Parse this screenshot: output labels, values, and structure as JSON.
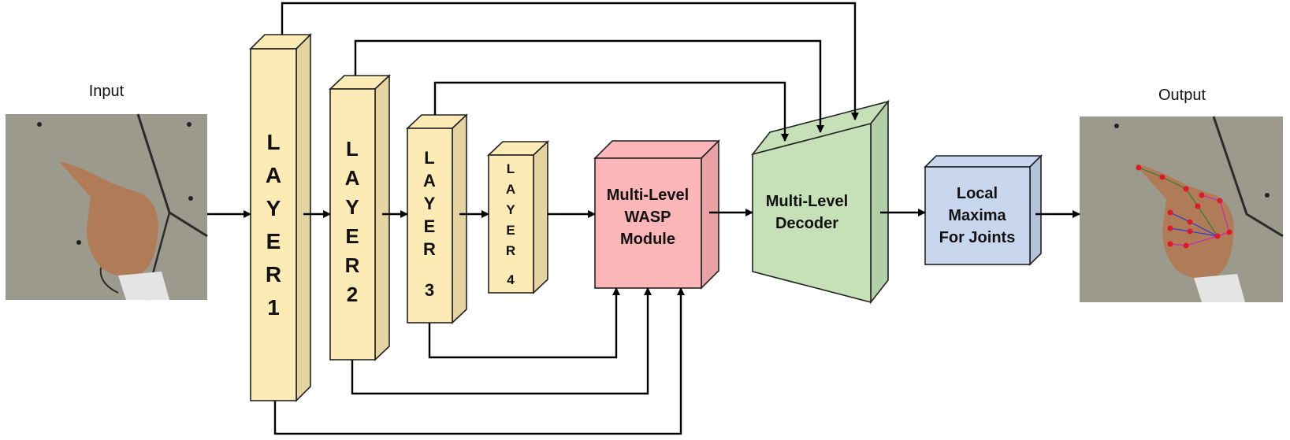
{
  "captions": {
    "input": "Input",
    "output": "Output"
  },
  "layers": [
    {
      "id": "layer-1",
      "letters": [
        "L",
        "A",
        "Y",
        "E",
        "R",
        "1"
      ]
    },
    {
      "id": "layer-2",
      "letters": [
        "L",
        "A",
        "Y",
        "E",
        "R",
        "2"
      ]
    },
    {
      "id": "layer-3",
      "letters": [
        "L",
        "A",
        "Y",
        "E",
        "R",
        "3"
      ]
    },
    {
      "id": "layer-4",
      "letters": [
        "L",
        "A",
        "Y",
        "E",
        "R",
        "4"
      ]
    }
  ],
  "modules": {
    "wasp": {
      "lines": [
        "Multi-Level",
        "WASP",
        "Module"
      ]
    },
    "decoder": {
      "lines": [
        "Multi-Level",
        "Decoder"
      ]
    },
    "maxima": {
      "lines": [
        "Local",
        "Maxima",
        "For Joints"
      ]
    }
  },
  "colors": {
    "layer_front": "#fdebb5",
    "layer_side": "#e5d3a0",
    "wasp_front": "#fdb6b8",
    "wasp_side": "#e8a2a5",
    "decoder_front": "#c6e1b8",
    "decoder_side": "#b3cfa5",
    "maxima_front": "#c8d7ee",
    "maxima_side": "#b3c3dd",
    "photo_wall": "#9c9a8d",
    "skin": "#b07b57",
    "joint": "#e0182c"
  }
}
